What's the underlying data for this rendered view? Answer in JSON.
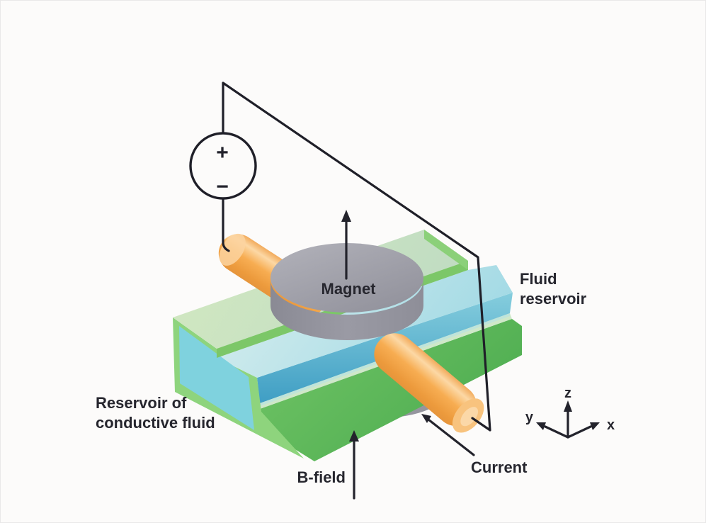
{
  "diagram": {
    "labels": {
      "magnet": "Magnet",
      "fluid_reservoir_line1": "Fluid",
      "fluid_reservoir_line2": "reservoir",
      "reservoir_line1": "Reservoir of",
      "reservoir_line2": "conductive fluid",
      "b_field": "B-field",
      "current": "Current"
    },
    "voltage_source": {
      "plus": "+",
      "minus": "−"
    },
    "axes": {
      "x_label": "x",
      "y_label": "y",
      "z_label": "z"
    },
    "colors": {
      "background": "#fcfbfa",
      "ink": "#23232c",
      "lid_top_green": "#cde5bf",
      "lid_front_green": "#7cc768",
      "lid_end_green": "#8bd079",
      "fluid_top_cyan": "#c3e6ea",
      "fluid_front_blue": "#4fa9c9",
      "left_face_cyan": "#7fd2de",
      "frame_green": "#8ed47d",
      "base_green": "#5cb85a",
      "base_top_sliver": "#cfe8c9",
      "rod_orange": "#f6ae55",
      "rod_highlight": "#fcd8a5",
      "magnet_gray": "#9b9ba4",
      "lower_disc_gray": "#95959e"
    }
  }
}
